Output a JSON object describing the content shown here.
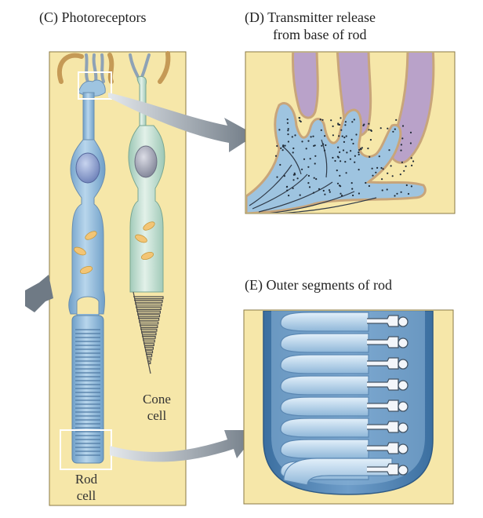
{
  "panels": {
    "c": {
      "title": "(C) Photoreceptors"
    },
    "d": {
      "title_line1": "(D) Transmitter release",
      "title_line2": "from base of rod"
    },
    "e": {
      "title": "(E) Outer segments of rod"
    }
  },
  "labels": {
    "cone_line1": "Cone",
    "cone_line2": "cell",
    "rod_line1": "Rod",
    "rod_line2": "cell"
  },
  "colors": {
    "panel_bg": "#f6e7a9",
    "rod_blue": "#9ec4e0",
    "cone_green": "#c9e3d6",
    "membrane_purple": "#b9a2c9",
    "arrow_gray": "#7d8791"
  }
}
